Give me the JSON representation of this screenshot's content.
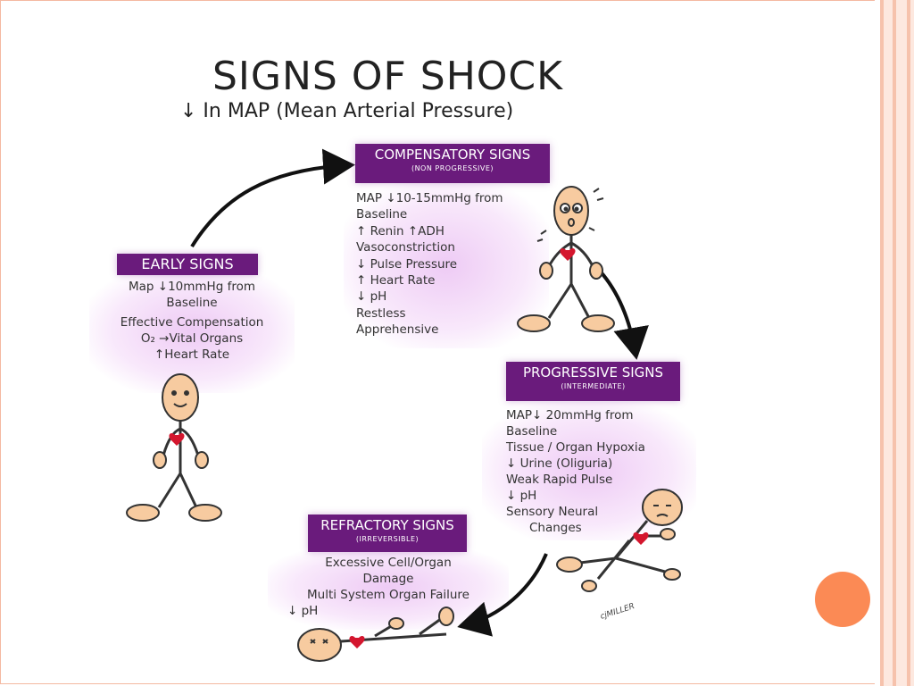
{
  "slide": {
    "title": "SIGNS OF SHOCK",
    "subtitle": "↓ In MAP (Mean Arterial Pressure)",
    "accent_color": "#fb8a55",
    "header_color": "#6a1b7c"
  },
  "early": {
    "title": "EARLY SIGNS",
    "lines": [
      "Map ↓10mmHg from",
      "Baseline",
      "Effective Compensation",
      "O₂ →Vital Organs",
      "↑Heart Rate"
    ]
  },
  "compensatory": {
    "title": "COMPENSATORY SIGNS",
    "subtitle": "(NON PROGRESSIVE)",
    "lines": [
      "MAP ↓10-15mmHg from",
      "Baseline",
      "↑ Renin  ↑ADH",
      "Vasoconstriction",
      "↓ Pulse Pressure",
      "↑ Heart Rate",
      "↓ pH",
      "Restless",
      "Apprehensive"
    ]
  },
  "progressive": {
    "title": "PROGRESSIVE SIGNS",
    "subtitle": "(INTERMEDIATE)",
    "lines": [
      "MAP↓ 20mmHg from",
      "Baseline",
      "Tissue / Organ Hypoxia",
      "↓ Urine (Oliguria)",
      "Weak Rapid Pulse",
      "↓ pH",
      "Sensory Neural",
      "Changes"
    ]
  },
  "refractory": {
    "title": "REFRACTORY SIGNS",
    "subtitle": "(IRREVERSIBLE)",
    "lines": [
      "Excessive Cell/Organ",
      "Damage",
      "Multi System Organ Failure",
      "↓ pH"
    ]
  },
  "signature": "cjMILLER"
}
